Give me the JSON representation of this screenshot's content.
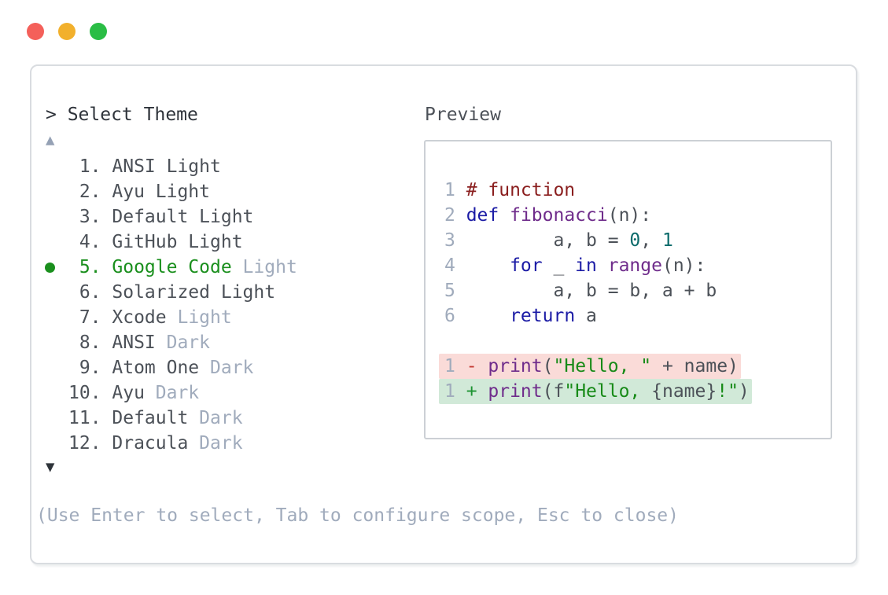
{
  "colors": {
    "accent_green": "#1a8f1d",
    "dim_text": "#a0abbc",
    "dark_text": "#2e333a",
    "item_text": "#4c5158",
    "keyword": "#1b1ba5",
    "function_name": "#6f2c8b",
    "number_literal": "#0c6b6b",
    "string_literal": "#178a17",
    "comment": "#8a1e1e",
    "diff_minus": "#c43c35",
    "diff_plus": "#1d9332",
    "diff_removed_bg": "#fadbd8",
    "diff_added_bg": "#d1e9d8",
    "traffic_red": "#f4605a",
    "traffic_yellow": "#f2b02c",
    "traffic_green": "#2abd45"
  },
  "window": {
    "traffic_lights": [
      "close",
      "minimize",
      "zoom"
    ]
  },
  "selector": {
    "prompt": "> Select Theme",
    "up_arrow": "▲",
    "down_arrow": "▼",
    "help": "(Use Enter to select, Tab to configure scope, Esc to close)",
    "items": [
      {
        "num": "1.",
        "name": "ANSI Light",
        "suffix": "",
        "selected": false
      },
      {
        "num": "2.",
        "name": "Ayu Light",
        "suffix": "",
        "selected": false
      },
      {
        "num": "3.",
        "name": "Default Light",
        "suffix": "",
        "selected": false
      },
      {
        "num": "4.",
        "name": "GitHub Light",
        "suffix": "",
        "selected": false
      },
      {
        "num": "5.",
        "name": "Google Code",
        "suffix": " Light",
        "selected": true
      },
      {
        "num": "6.",
        "name": "Solarized Light",
        "suffix": "",
        "selected": false
      },
      {
        "num": "7.",
        "name": "Xcode",
        "suffix": " Light",
        "selected": false
      },
      {
        "num": "8.",
        "name": "ANSI",
        "suffix": " Dark",
        "selected": false
      },
      {
        "num": "9.",
        "name": "Atom One",
        "suffix": " Dark",
        "selected": false
      },
      {
        "num": "10.",
        "name": "Ayu",
        "suffix": " Dark",
        "selected": false
      },
      {
        "num": "11.",
        "name": "Default",
        "suffix": " Dark",
        "selected": false
      },
      {
        "num": "12.",
        "name": "Dracula",
        "suffix": " Dark",
        "selected": false
      }
    ]
  },
  "preview": {
    "label": "Preview",
    "code_lines": [
      {
        "num": "1",
        "bg": "",
        "tokens": [
          {
            "t": "# function",
            "c": "comment"
          }
        ]
      },
      {
        "num": "2",
        "bg": "",
        "tokens": [
          {
            "t": "def",
            "c": "kw"
          },
          {
            "t": " ",
            "c": "plain"
          },
          {
            "t": "fibonacci",
            "c": "fn"
          },
          {
            "t": "(n):",
            "c": "plain"
          }
        ]
      },
      {
        "num": "3",
        "bg": "",
        "tokens": [
          {
            "t": "        a, b = ",
            "c": "plain"
          },
          {
            "t": "0",
            "c": "num"
          },
          {
            "t": ", ",
            "c": "plain"
          },
          {
            "t": "1",
            "c": "num"
          }
        ]
      },
      {
        "num": "4",
        "bg": "",
        "tokens": [
          {
            "t": "    ",
            "c": "plain"
          },
          {
            "t": "for",
            "c": "kw"
          },
          {
            "t": " _ ",
            "c": "plain"
          },
          {
            "t": "in",
            "c": "kw"
          },
          {
            "t": " ",
            "c": "plain"
          },
          {
            "t": "range",
            "c": "fn"
          },
          {
            "t": "(n):",
            "c": "plain"
          }
        ]
      },
      {
        "num": "5",
        "bg": "",
        "tokens": [
          {
            "t": "        a, b = b, a + b",
            "c": "plain"
          }
        ]
      },
      {
        "num": "6",
        "bg": "",
        "tokens": [
          {
            "t": "    ",
            "c": "plain"
          },
          {
            "t": "return",
            "c": "kw"
          },
          {
            "t": " a",
            "c": "plain"
          }
        ]
      },
      {
        "num": "",
        "bg": "",
        "tokens": []
      },
      {
        "num": "1",
        "bg": "removed",
        "tokens": [
          {
            "t": "- ",
            "c": "minus"
          },
          {
            "t": "print",
            "c": "fn"
          },
          {
            "t": "(",
            "c": "plain"
          },
          {
            "t": "\"Hello, \"",
            "c": "str"
          },
          {
            "t": " + name)",
            "c": "plain"
          }
        ]
      },
      {
        "num": "1",
        "bg": "added",
        "tokens": [
          {
            "t": "+ ",
            "c": "plus"
          },
          {
            "t": "print",
            "c": "fn"
          },
          {
            "t": "(f",
            "c": "plain"
          },
          {
            "t": "\"Hello, ",
            "c": "str"
          },
          {
            "t": "{name}",
            "c": "plain"
          },
          {
            "t": "!\"",
            "c": "str"
          },
          {
            "t": ")",
            "c": "plain"
          }
        ]
      }
    ]
  }
}
